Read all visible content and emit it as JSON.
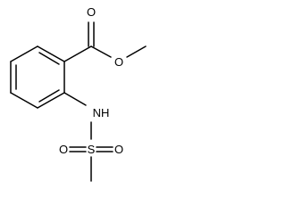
{
  "molecule": {
    "atoms": {
      "carbonyl_oxygen": "O",
      "ester_oxygen": "O",
      "amine": "NH",
      "sulfur": "S",
      "sulfonyl_oxygen_left": "O",
      "sulfonyl_oxygen_right": "O"
    }
  },
  "colors": {
    "bond": "#000000",
    "label": "#000000",
    "background": "#ffffff"
  }
}
